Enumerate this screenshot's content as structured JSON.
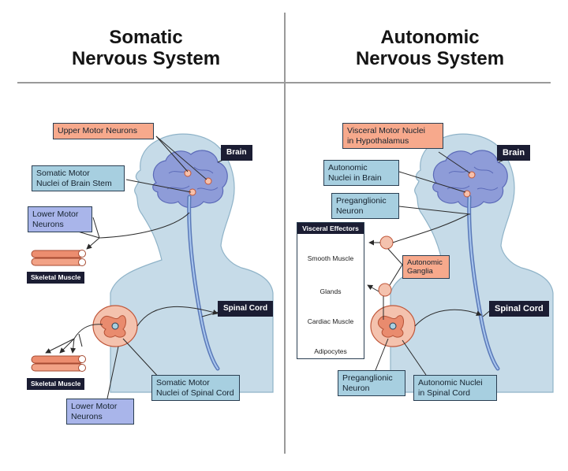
{
  "titles": {
    "somatic": "Somatic\nNervous System",
    "autonomic": "Autonomic\nNervous System"
  },
  "somatic": {
    "upper_motor": "Upper Motor Neurons",
    "somatic_motor_brainstem": "Somatic Motor\nNuclei of Brain Stem",
    "lower_motor_top": "Lower Motor\nNeurons",
    "skeletal_muscle_top": "Skeletal Muscle",
    "skeletal_muscle_bottom": "Skeletal Muscle",
    "lower_motor_bottom": "Lower Motor\nNeurons",
    "somatic_motor_spinal": "Somatic Motor\nNuclei of Spinal Cord",
    "brain": "Brain",
    "spinal_cord": "Spinal Cord"
  },
  "autonomic": {
    "visceral_motor": "Visceral Motor Nuclei\nin Hypothalamus",
    "autonomic_nuclei_brain": "Autonomic\nNuclei in Brain",
    "preganglionic_top": "Preganglionic\nNeuron",
    "visceral_effectors": "Visceral Effectors",
    "smooth_muscle": "Smooth Muscle",
    "glands": "Glands",
    "cardiac_muscle": "Cardiac Muscle",
    "adipocytes": "Adipocytes",
    "autonomic_ganglia": "Autonomic\nGanglia",
    "preganglionic_bottom": "Preganglionic\nNeuron",
    "autonomic_nuclei_spinal": "Autonomic Nuclei\nin Spinal Cord",
    "brain": "Brain",
    "spinal_cord": "Spinal Cord"
  },
  "colors": {
    "salmon": "#f7a98c",
    "blue": "#a7cfe0",
    "lavender": "#a9b5ea",
    "dark": "#1b1d33",
    "head": "#c6dbe8",
    "brain": "#8e9cd8"
  }
}
